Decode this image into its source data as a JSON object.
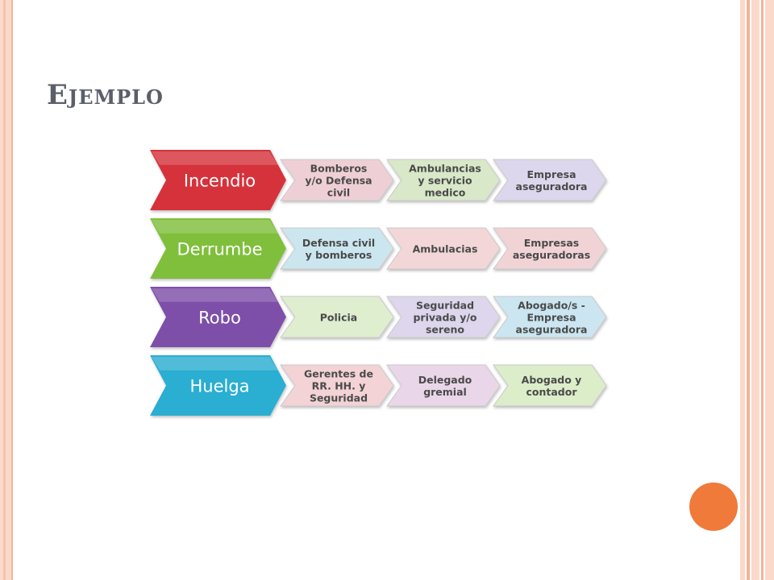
{
  "slide": {
    "title": "Ejemplo"
  },
  "rows": [
    {
      "label": "Incendio",
      "color": "#d6303a",
      "steps": [
        {
          "lines": [
            "Bomberos",
            "y/o Defensa",
            "civil"
          ],
          "fill": "#efcfd6"
        },
        {
          "lines": [
            "Ambulancias",
            "y servicio",
            "medico"
          ],
          "fill": "#d8e8c8"
        },
        {
          "lines": [
            "Empresa",
            "aseguradora"
          ],
          "fill": "#dcd7ec"
        }
      ]
    },
    {
      "label": "Derrumbe",
      "color": "#7fbf3b",
      "steps": [
        {
          "lines": [
            "Defensa civil",
            "y bomberos"
          ],
          "fill": "#cce6f0"
        },
        {
          "lines": [
            "Ambulacias"
          ],
          "fill": "#f3d7d8"
        },
        {
          "lines": [
            "Empresas",
            "aseguradoras"
          ],
          "fill": "#f1d3d6"
        }
      ]
    },
    {
      "label": "Robo",
      "color": "#7d4fa8",
      "steps": [
        {
          "lines": [
            "Policia"
          ],
          "fill": "#dfeecf"
        },
        {
          "lines": [
            "Seguridad",
            "privada y/o",
            "sereno"
          ],
          "fill": "#ddd6ec"
        },
        {
          "lines": [
            "Abogado/s -",
            "Empresa",
            "aseguradora"
          ],
          "fill": "#cbe6f0"
        }
      ]
    },
    {
      "label": "Huelga",
      "color": "#29aed1",
      "steps": [
        {
          "lines": [
            "Gerentes de",
            "RR. HH. y",
            "Seguridad"
          ],
          "fill": "#f3d3d6"
        },
        {
          "lines": [
            "Delegado",
            "gremial"
          ],
          "fill": "#ead6e9"
        },
        {
          "lines": [
            "Abogado y",
            "contador"
          ],
          "fill": "#dcedc9"
        }
      ]
    }
  ]
}
